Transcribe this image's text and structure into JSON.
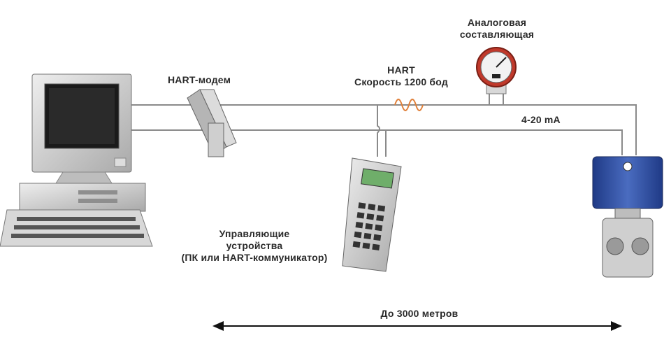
{
  "labels": {
    "modem": "HART-модем",
    "analog_line1": "Аналоговая",
    "analog_line2": "составляющая",
    "hart_line1": "HART",
    "hart_line2": "Скорость 1200 бод",
    "current": "4-20 mA",
    "control_line1": "Управляющие",
    "control_line2": "устройства",
    "control_line3": "(ПК или HART-коммуникатор)",
    "distance": "До 3000 метров"
  },
  "colors": {
    "wire": "#8a8a8a",
    "device_gray": "#c8c8c8",
    "screen_dark": "#1a1a1a",
    "gauge_red": "#c0392b",
    "hart_wave": "#e0803a",
    "transmitter_blue": "#2f4f9f",
    "lcd_green": "#6fae6a"
  },
  "icons": [
    "computer-icon",
    "hart-modem-icon",
    "gauge-icon",
    "hart-communicator-icon",
    "pressure-transmitter-icon"
  ]
}
